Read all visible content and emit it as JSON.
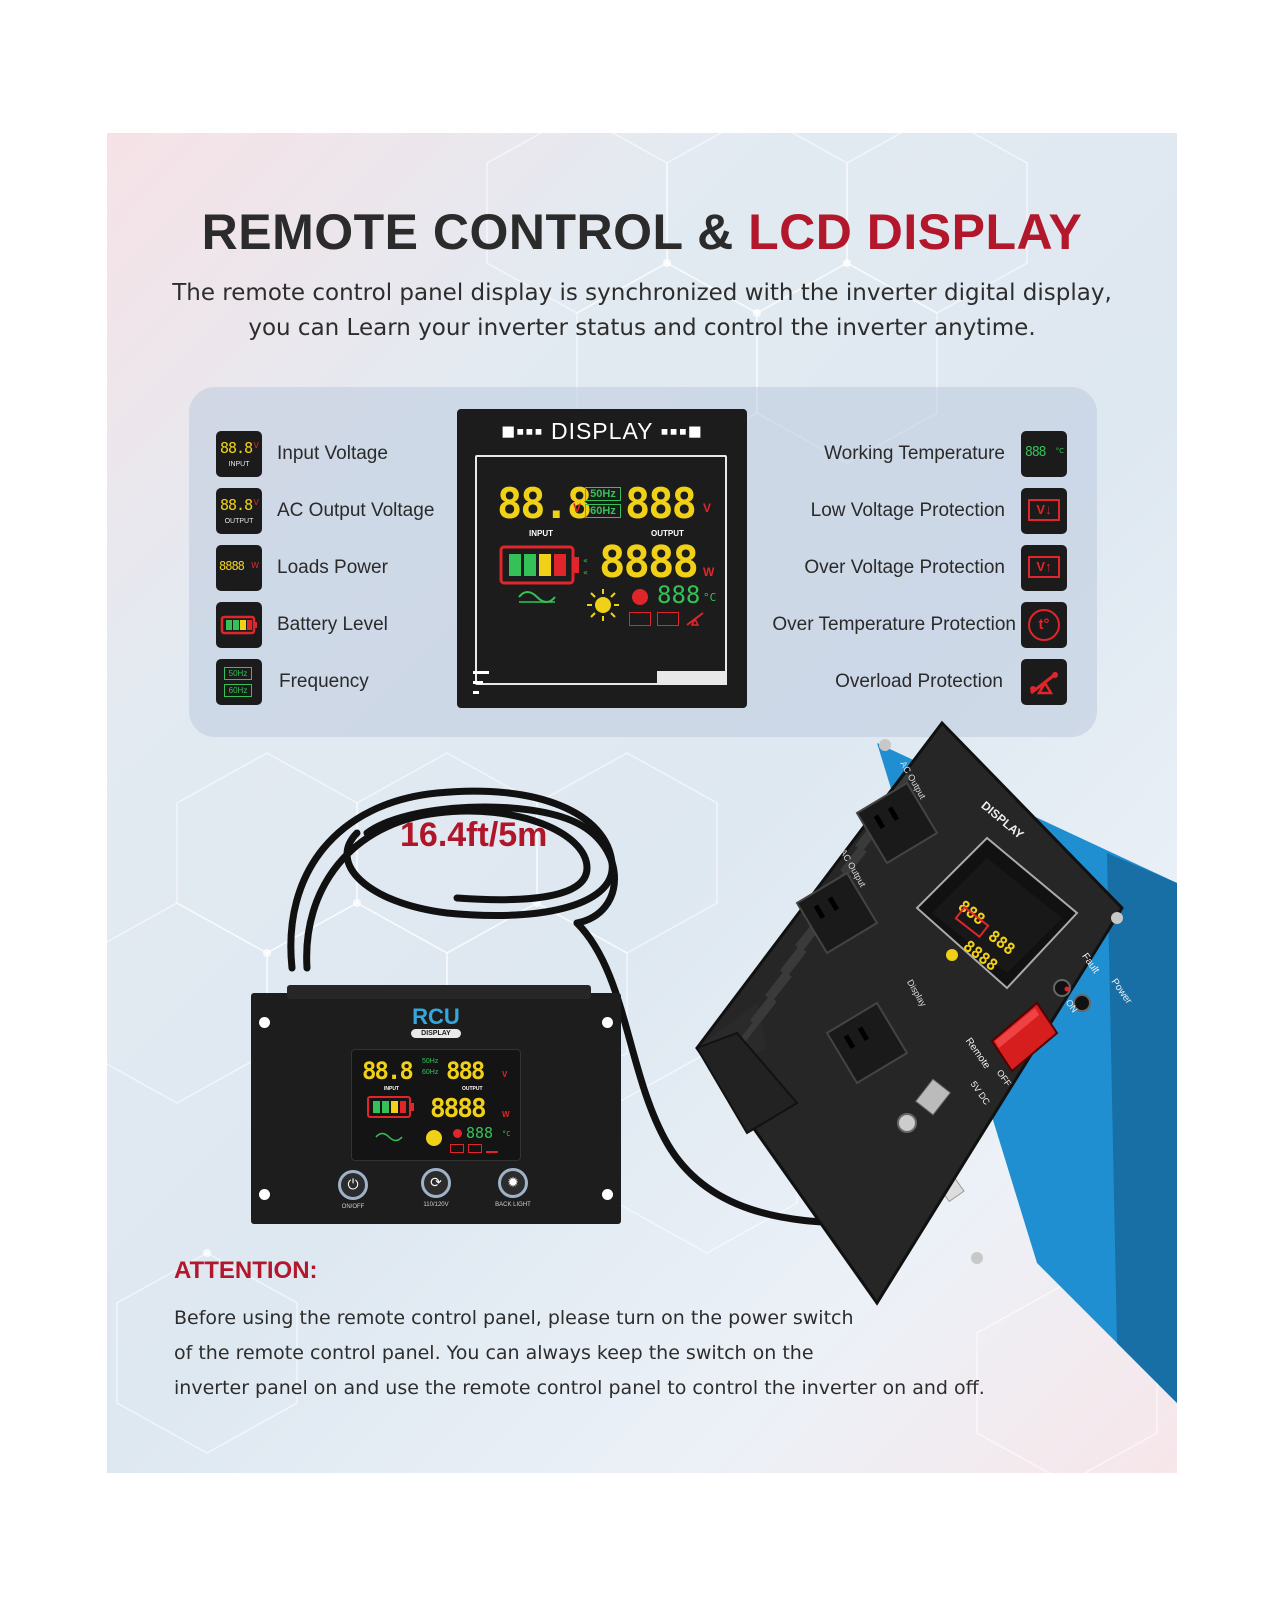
{
  "header": {
    "title_part1": "REMOTE CONTROL &",
    "title_part2": "LCD DISPLAY",
    "subtitle_line1": "The remote control panel display is synchronized with the inverter digital display,",
    "subtitle_line2": "you can Learn your inverter status and control the inverter anytime."
  },
  "legend": {
    "left": [
      {
        "label": "Input Voltage",
        "icon": "input-voltage-icon",
        "seg": "88.8",
        "sub": "INPUT"
      },
      {
        "label": "AC Output Voltage",
        "icon": "output-voltage-icon",
        "seg": "88.8",
        "sub": "OUTPUT"
      },
      {
        "label": "Loads Power",
        "icon": "loads-power-icon",
        "seg": "8888"
      },
      {
        "label": "Battery Level",
        "icon": "battery-icon"
      },
      {
        "label": "Frequency",
        "icon": "frequency-icon",
        "f1": "50Hz",
        "f2": "60Hz"
      }
    ],
    "right": [
      {
        "label": "Working Temperature",
        "icon": "temperature-icon",
        "seg": "888"
      },
      {
        "label": "Low Voltage Protection",
        "icon": "low-voltage-icon",
        "seg": "V↓"
      },
      {
        "label": "Over Voltage Protection",
        "icon": "over-voltage-icon",
        "seg": "V↑"
      },
      {
        "label": "Over Temperature Protection",
        "icon": "over-temp-icon",
        "seg": "t°"
      },
      {
        "label": "Overload Protection",
        "icon": "overload-icon"
      }
    ]
  },
  "display": {
    "heading": "DISPLAY",
    "input_value": "88.8",
    "output_value": "888",
    "freq1": "50Hz",
    "freq2": "60Hz",
    "input_label": "INPUT",
    "output_label": "OUTPUT",
    "power_value": "8888",
    "temp_value": "888",
    "unit_v": "V",
    "unit_w": "W",
    "unit_c": "°C"
  },
  "cable": {
    "length": "16.4ft/5m"
  },
  "rcu": {
    "title": "RCU",
    "subtitle": "DISPLAY",
    "buttons": [
      {
        "label": "ON/OFF",
        "glyph": "⏻"
      },
      {
        "label": "110/120V",
        "glyph": "⟳"
      },
      {
        "label": "BACK LIGHT",
        "glyph": "✹"
      }
    ]
  },
  "inverter": {
    "labels": [
      "AC Output",
      "AC Output",
      "Display",
      "DISPLAY",
      "Fault",
      "Power",
      "ON",
      "Remote",
      "OFF",
      "5V DC"
    ]
  },
  "attention": {
    "title": "ATTENTION:",
    "line1": "Before using the remote control panel, please turn on the power switch",
    "line2": "of the remote control panel. You can always keep the switch on the",
    "line3": "inverter panel on and use the remote control panel to control the inverter on and off."
  },
  "colors": {
    "accent_red": "#b3172b",
    "lcd_yellow": "#f0d117",
    "lcd_green": "#34c158",
    "inverter_blue": "#1f8fd1"
  }
}
